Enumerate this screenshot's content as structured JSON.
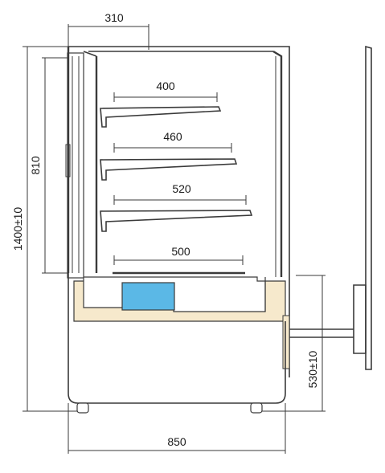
{
  "dimensions": {
    "top_depth": "310",
    "shelf_1": "400",
    "shelf_2": "460",
    "shelf_3": "520",
    "shelf_4": "500",
    "display_height": "810",
    "total_height": "1400±10",
    "counter_height": "530±10",
    "total_width": "850"
  },
  "colors": {
    "outline": "#3a3a3a",
    "base_fill": "#f6e9cc",
    "label_fill": "#5bb8e6",
    "panel_fill": "#ffffff"
  }
}
